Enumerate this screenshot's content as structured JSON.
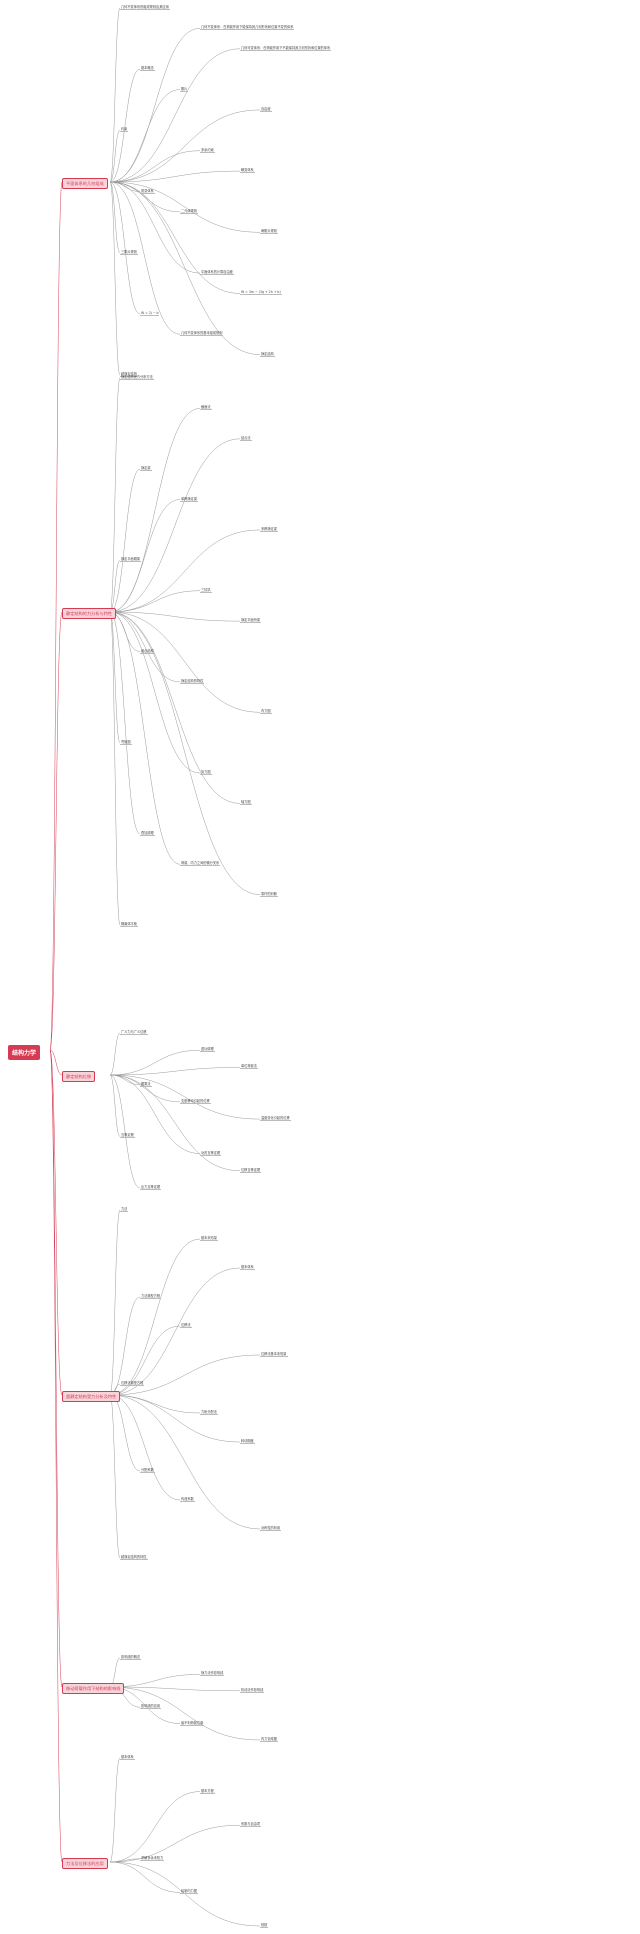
{
  "mindmap": {
    "root": {
      "label": "结构力学"
    },
    "branches": [
      {
        "label": "平面体系的几何组成",
        "items": [
          "几何不变体系的组成规则及其应用",
          "几何不变体系：在荷载作用下能保持其几何形状和位置不变的体系",
          "几何可变体系：在荷载作用下不能保持其几何形状和位置的体系",
          "基本概念",
          "刚片",
          "自由度",
          "约束",
          "多余约束",
          "瞬变体系",
          "常变体系",
          "二元体规则",
          "两刚片规则",
          "三刚片规则",
          "平面体系的计算自由度",
          "W = 3m − (3g + 2h + b)",
          "W = 2j − b",
          "几何不变体系的基本组成规则",
          "静定结构",
          "超静定结构"
        ]
      },
      {
        "label": "静定结构的力分析与特性",
        "items": [
          "静定结构受力分析方法",
          "截面法",
          "结点法",
          "静定梁",
          "单跨静定梁",
          "多跨静定梁",
          "静定平面刚架",
          "三铰拱",
          "静定平面桁架",
          "组合结构",
          "静定结构的特性",
          "内力图",
          "弯矩图",
          "剪力图",
          "轴力图",
          "叠加原理",
          "荷载、内力之间的微分关系",
          "零杆的判断",
          "隔离体平衡"
        ]
      },
      {
        "label": "静定结构位移",
        "items": [
          "广义力与广义位移",
          "虚功原理",
          "单位荷载法",
          "图乘法",
          "支座移动引起的位移",
          "温度变化引起的位移",
          "互等定理",
          "功的互等定理",
          "位移互等定理",
          "反力互等定理"
        ]
      },
      {
        "label": "超静定结构受力分析及特性",
        "items": [
          "力法",
          "基本未知量",
          "基本体系",
          "力法典型方程",
          "位移法",
          "位移法基本未知量",
          "位移法典型方程",
          "力矩分配法",
          "转动刚度",
          "分配系数",
          "传递系数",
          "对称性的利用",
          "超静定结构的特性"
        ]
      },
      {
        "label": "移动荷载作用下结构的影响线",
        "items": [
          "影响线的概念",
          "静力法作影响线",
          "机动法作影响线",
          "影响线的应用",
          "最不利荷载位置",
          "内力包络图"
        ]
      },
      {
        "label": "力法及位移法的应用",
        "items": [
          "基本体系",
          "基本方程",
          "系数与自由项",
          "求解多余未知力",
          "绘制内力图",
          "校核"
        ]
      }
    ]
  }
}
